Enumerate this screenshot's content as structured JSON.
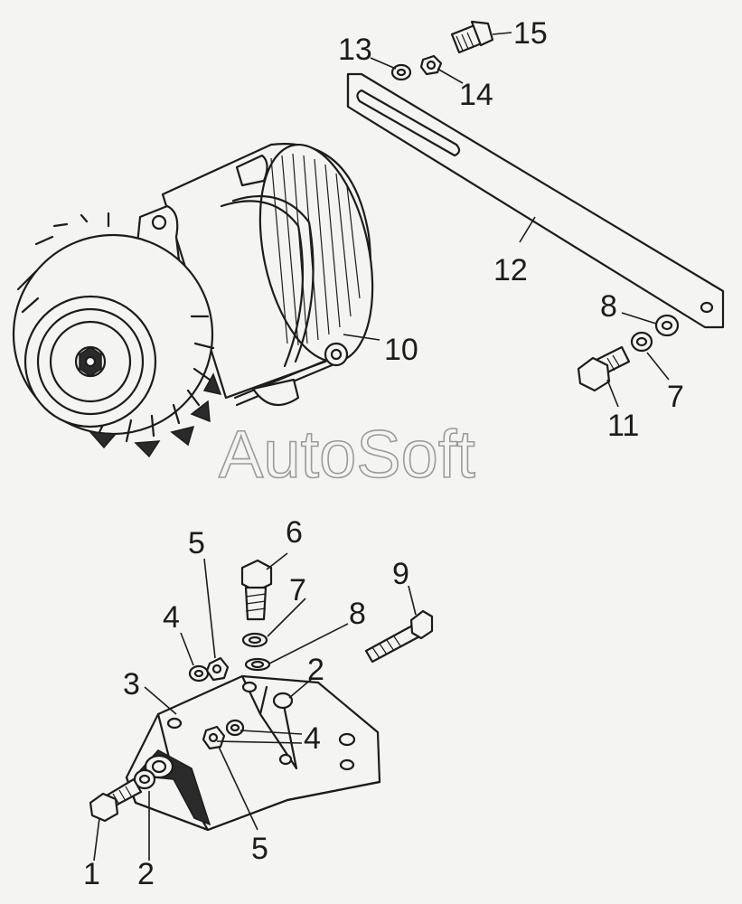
{
  "watermark": "AutoSoft",
  "callouts": {
    "c1": "1",
    "c2a": "2",
    "c2b": "2",
    "c3": "3",
    "c4a": "4",
    "c4b": "4",
    "c5a": "5",
    "c5b": "5",
    "c6": "6",
    "c7a": "7",
    "c7b": "7",
    "c8a": "8",
    "c8b": "8",
    "c9": "9",
    "c10": "10",
    "c11": "11",
    "c12": "12",
    "c13": "13",
    "c14": "14",
    "c15": "15"
  },
  "colors": {
    "ink": "#1c1c1c",
    "paper": "#f4f4f2",
    "watermark": "#9a9a9a"
  }
}
